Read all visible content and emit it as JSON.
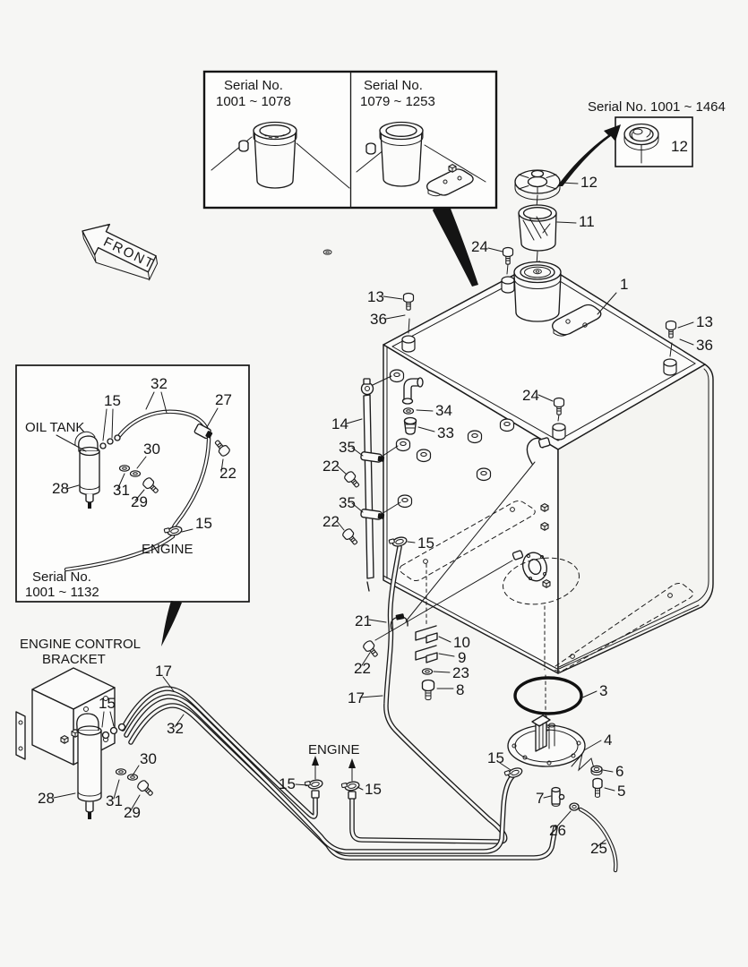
{
  "colors": {
    "background": "#f6f6f4",
    "ink": "#1b1b1b"
  },
  "front": {
    "label": "FRONT"
  },
  "inset_serial": {
    "left_title": "Serial No.",
    "left_range": "1001 ~ 1078",
    "right_title": "Serial No.",
    "right_range": "1079 ~ 1253"
  },
  "inset_cap": {
    "title": "Serial No. 1001 ~ 1464",
    "cap": "12"
  },
  "inset_oil": {
    "title": "OIL TANK",
    "hose": "32",
    "clamp_top": "15",
    "bracket": "27",
    "lock_washer": "30",
    "bolt": "22",
    "filter": "28",
    "washer": "31",
    "screw": "29",
    "clamp_engine": "15",
    "engine": "ENGINE",
    "serial_title": "Serial No.",
    "serial_range": "1001 ~ 1132"
  },
  "bracket_note": {
    "line1": "ENGINE CONTROL",
    "line2": "BRACKET"
  },
  "bracket": {
    "hose_feed": "17",
    "clamp": "15",
    "hose_return": "32",
    "lock_washer": "30",
    "filter": "28",
    "washer": "31",
    "screw": "29"
  },
  "engine_port": {
    "label": "ENGINE",
    "clamp_left": "15",
    "clamp_right": "15"
  },
  "tank": {
    "assembly": "1",
    "cap": "12",
    "strainer": "11",
    "bolt_neck": "24",
    "bolt_front": "13",
    "washer_front": "36",
    "bolt_rear": "13",
    "washer_rear": "36",
    "bolt_top": "24",
    "washer_elbow": "34",
    "plug": "33",
    "gauge": "14",
    "clamp_gauge_upper": "35",
    "bolt_gauge_upper": "22",
    "clamp_gauge_lower": "35",
    "bolt_gauge_lower": "22",
    "clamp_return": "15",
    "hose_return": "17",
    "pipe_bracket": "21",
    "bolt_pipe": "22",
    "clip_upper": "10",
    "clip_lower": "9",
    "washer_drain": "23",
    "bolt_drain": "8"
  },
  "sender": {
    "oring": "3",
    "plate": "4",
    "nut": "6",
    "bolt": "5",
    "clamp": "15",
    "valve": "7",
    "ring": "26",
    "hose_drain": "25"
  }
}
